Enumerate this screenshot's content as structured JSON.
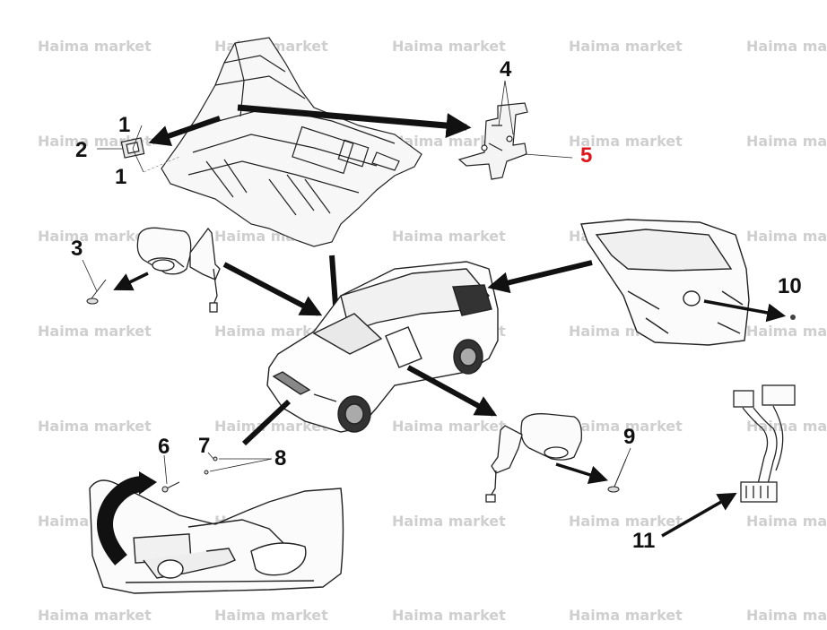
{
  "watermark": {
    "text": "Haima market",
    "text_clipped": "Haima mar"
  },
  "callouts": [
    {
      "id": "c1a",
      "label": "1"
    },
    {
      "id": "c1b",
      "label": "1"
    },
    {
      "id": "c2",
      "label": "2"
    },
    {
      "id": "c3",
      "label": "3"
    },
    {
      "id": "c4",
      "label": "4"
    },
    {
      "id": "c5",
      "label": "5"
    },
    {
      "id": "c6",
      "label": "6"
    },
    {
      "id": "c7",
      "label": "7"
    },
    {
      "id": "c8",
      "label": "8"
    },
    {
      "id": "c9",
      "label": "9"
    },
    {
      "id": "c10",
      "label": "10"
    },
    {
      "id": "c11",
      "label": "11"
    }
  ],
  "colors": {
    "line": "#111111",
    "highlight": "#e0161d",
    "watermark": "#cfcfcf"
  }
}
